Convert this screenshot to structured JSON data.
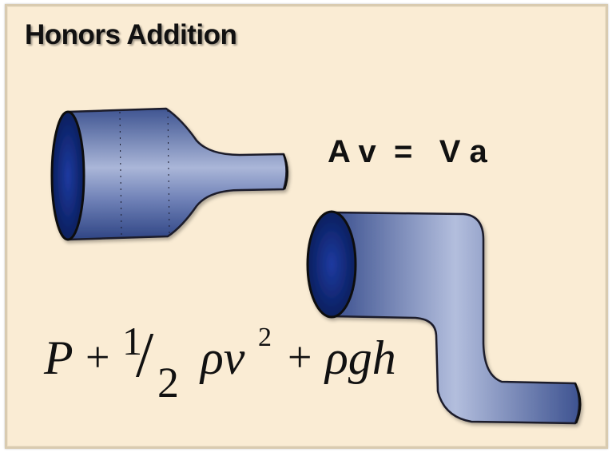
{
  "title": "Honors Addition",
  "continuity_equation": "A v  =   V a",
  "bernoulli": {
    "p": "P",
    "plus1": "+",
    "half_num": "1",
    "half_den": "2",
    "rho_v": "ρv",
    "exp": "2",
    "plus2": "+",
    "rho_g_h": "ρgh"
  },
  "colors": {
    "background": "#faecd4",
    "border": "#d9cbb0",
    "pipe_fill": "#5b6fa8",
    "pipe_opening": "#0f2a7a",
    "text": "#111111"
  }
}
